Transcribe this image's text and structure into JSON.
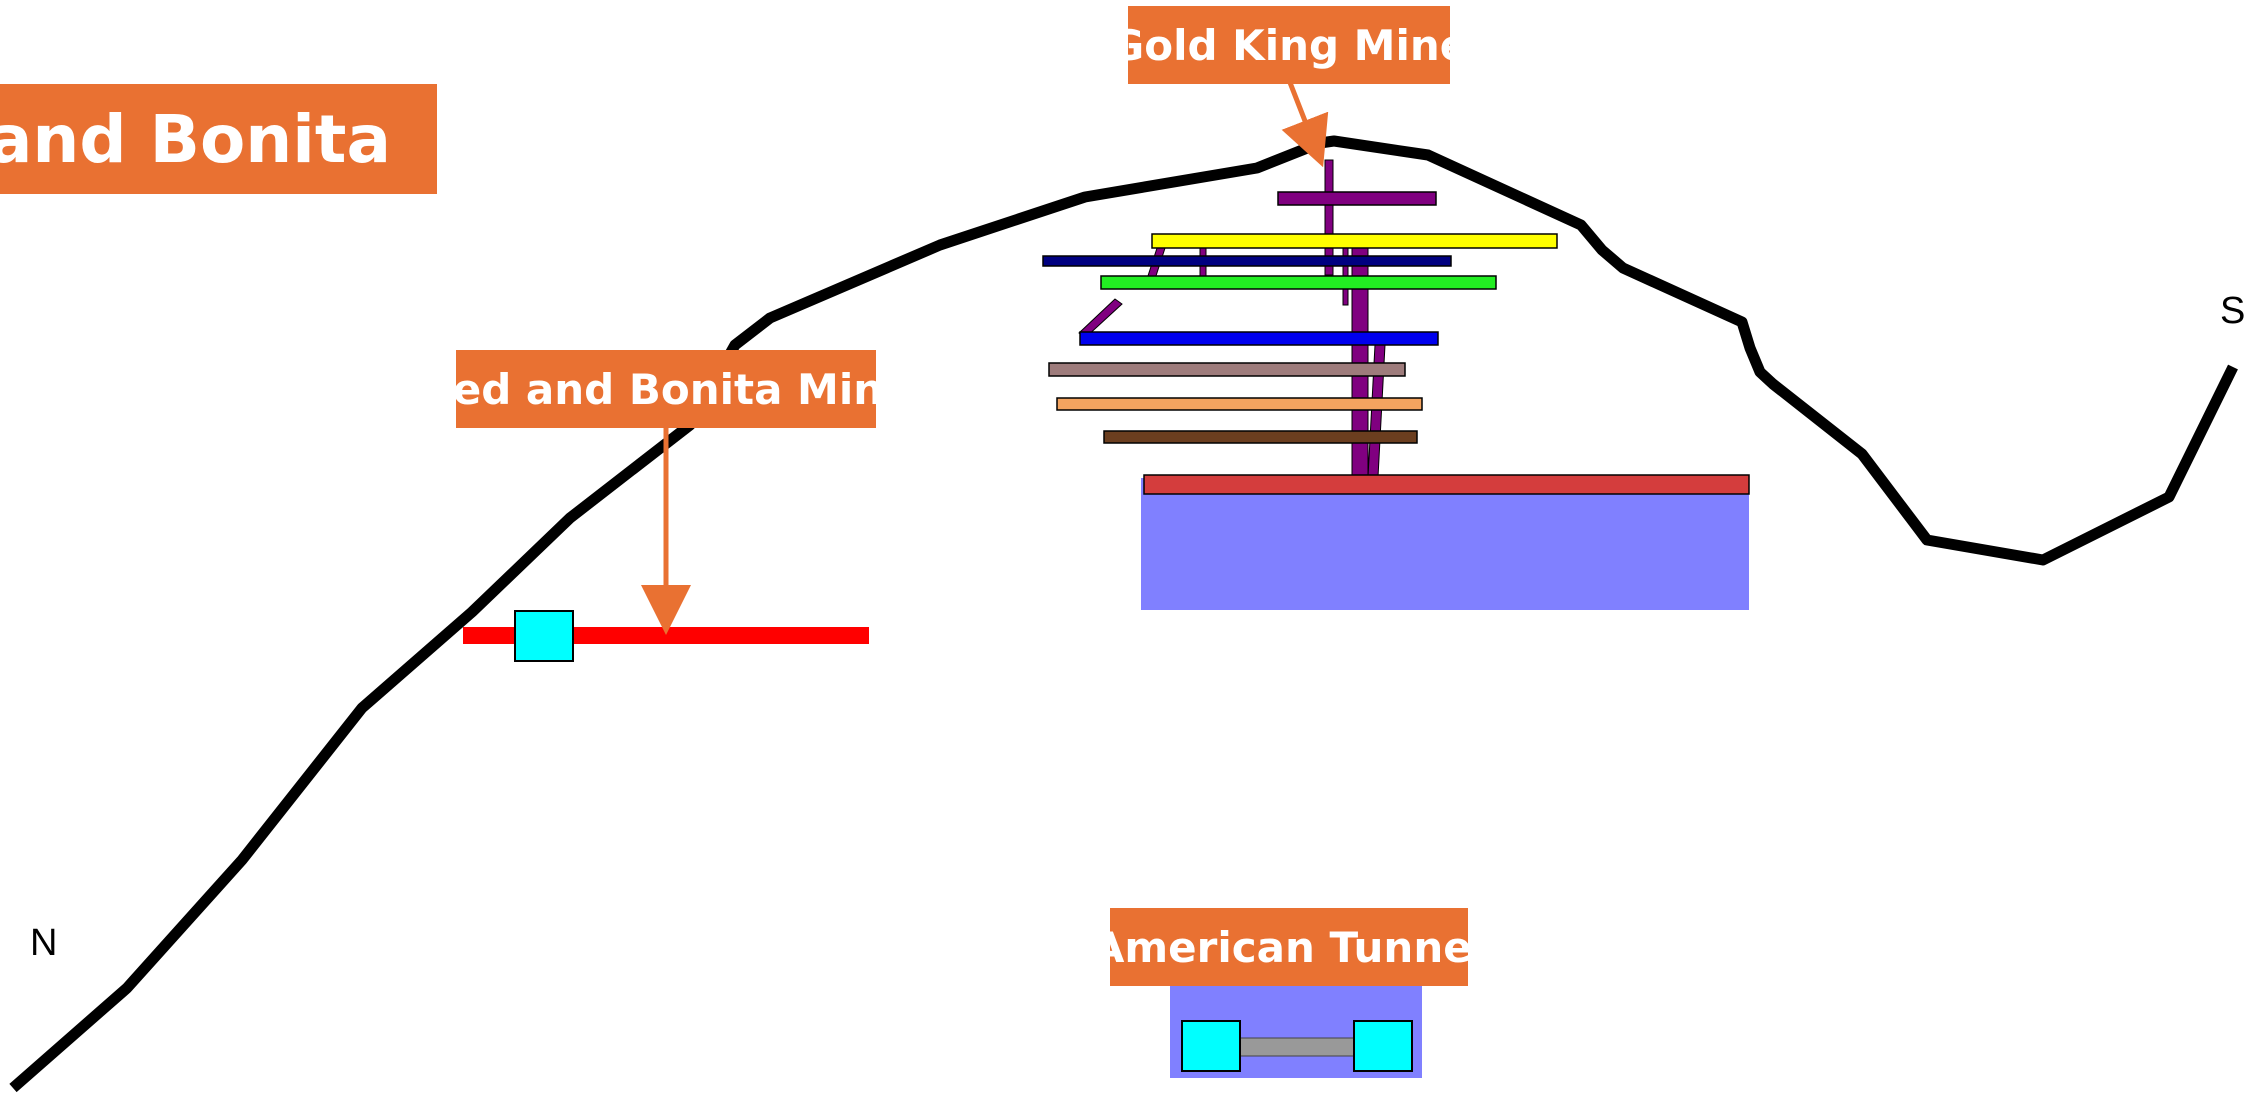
{
  "slide_title": "Red and Bonita",
  "labels": {
    "gold_king": "Gold King Mine",
    "red_bonita_mine": "Red and Bonita Mine",
    "american_tunnel": "American Tunnel"
  },
  "compass": {
    "north": "N",
    "south": "S"
  },
  "colors": {
    "label_background": "#E97132",
    "label_text": "#FFFFFF",
    "terrain": "#000000",
    "pool": "#8080FF",
    "bulkhead": "#00FFFF",
    "red_bonita_adit": "#FF0000",
    "shaft": "#800080"
  }
}
